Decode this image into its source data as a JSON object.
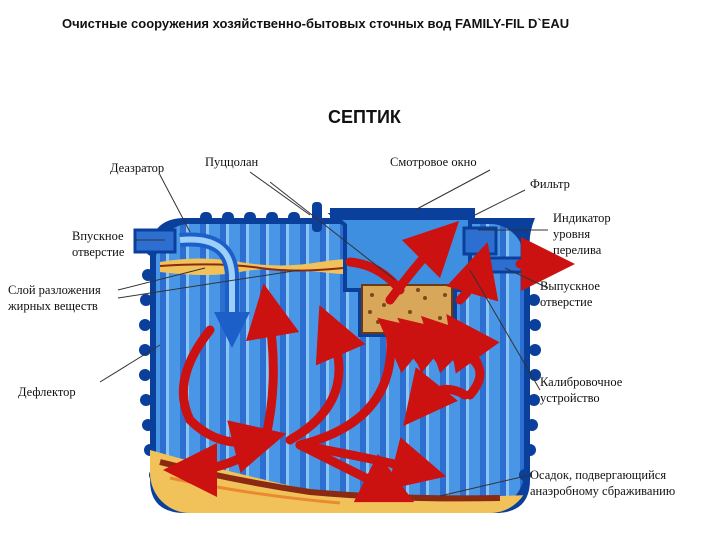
{
  "header": {
    "title": "Очистные сооружения хозяйственно-бытовых сточных вод FAMILY-FIL D`EAU",
    "subtitle": "СЕПТИК"
  },
  "labels": {
    "deaerator": "Деазратор",
    "puzzolan": "Пуццолан",
    "inspection_window": "Смотровое окно",
    "filter": "Фильтр",
    "inlet": "Впускное\nотверстие",
    "overflow_indicator": "Индикатор\nуровня\nперелива",
    "grease_layer": "Слой разложения\nжирных веществ",
    "outlet": "Выпускное\nотверстие",
    "deflector": "Дефлектор",
    "calibration_device": "Калибровочное\nустройство",
    "sediment": "Осадок, подвергающийся\nанаэробному сбраживанию"
  },
  "colors": {
    "tank_blue": "#3f8fe0",
    "tank_dark": "#0a3f9c",
    "flow_red": "#cc1111",
    "sludge_yellow": "#f2c25a",
    "sludge_brown": "#8a2a12",
    "filter_media": "#d9a75a"
  }
}
